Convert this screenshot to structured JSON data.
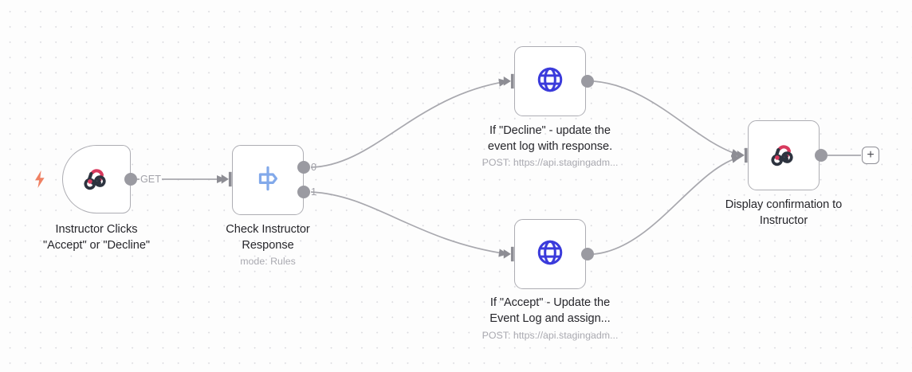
{
  "canvas": {
    "background_color": "#fdfdfd",
    "grid_dot_color": "#d9d9de",
    "node_border_color": "#adadb3",
    "edge_color": "#a8a8ae",
    "port_color": "#9a9aa1",
    "label_color": "#26262b",
    "sublabel_color": "#a9a9b0"
  },
  "nodes": [
    {
      "id": "trigger",
      "icon": "webhook-icon",
      "icon_colors": {
        "primary": "#d83a5e",
        "secondary": "#2d333f"
      },
      "shape": "trigger",
      "label": "Instructor Clicks\n\"Accept\" or \"Decline\"",
      "sublabel": "",
      "trigger_icon": "lightning-bolt-icon",
      "trigger_icon_color": "#ef8163",
      "output_ports": [
        {
          "tag": "",
          "edge_label": "GET"
        }
      ]
    },
    {
      "id": "router",
      "icon": "signpost-icon",
      "icon_colors": {
        "primary": "#82a9ea",
        "secondary": "#82a9ea"
      },
      "shape": "standard",
      "label": "Check Instructor\nResponse",
      "sublabel": "mode: Rules",
      "output_ports": [
        {
          "tag": "0"
        },
        {
          "tag": "1"
        }
      ]
    },
    {
      "id": "decline-request",
      "icon": "globe-icon",
      "icon_colors": {
        "primary": "#3b3bdb",
        "secondary": "#3b3bdb"
      },
      "shape": "standard",
      "label": "If \"Decline\" - update the\nevent log with response.",
      "sublabel": "POST: https://api.stagingadm...",
      "output_ports": [
        {
          "tag": ""
        }
      ]
    },
    {
      "id": "accept-request",
      "icon": "globe-icon",
      "icon_colors": {
        "primary": "#3b3bdb",
        "secondary": "#3b3bdb"
      },
      "shape": "standard",
      "label": "If \"Accept\" - Update the\nEvent Log and assign...",
      "sublabel": "POST: https://api.stagingadm...",
      "output_ports": [
        {
          "tag": ""
        }
      ]
    },
    {
      "id": "confirmation",
      "icon": "webhook-icon",
      "icon_colors": {
        "primary": "#d83a5e",
        "secondary": "#2d333f"
      },
      "shape": "standard",
      "label": "Display confirmation to\nInstructor",
      "sublabel": "",
      "output_ports": [
        {
          "tag": ""
        }
      ]
    }
  ],
  "add_node_button": {
    "label": "+"
  }
}
